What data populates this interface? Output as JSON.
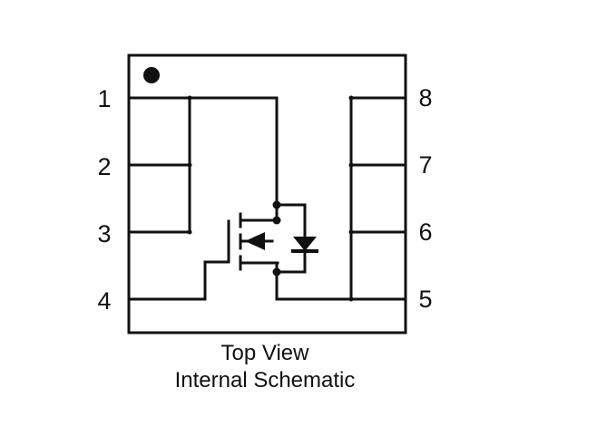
{
  "colors": {
    "line": "#111111",
    "background": "#ffffff"
  },
  "pins": {
    "left": [
      "1",
      "2",
      "3",
      "4"
    ],
    "right": [
      "8",
      "7",
      "6",
      "5"
    ]
  },
  "caption": {
    "line1": "Top View",
    "line2": "Internal Schematic"
  }
}
